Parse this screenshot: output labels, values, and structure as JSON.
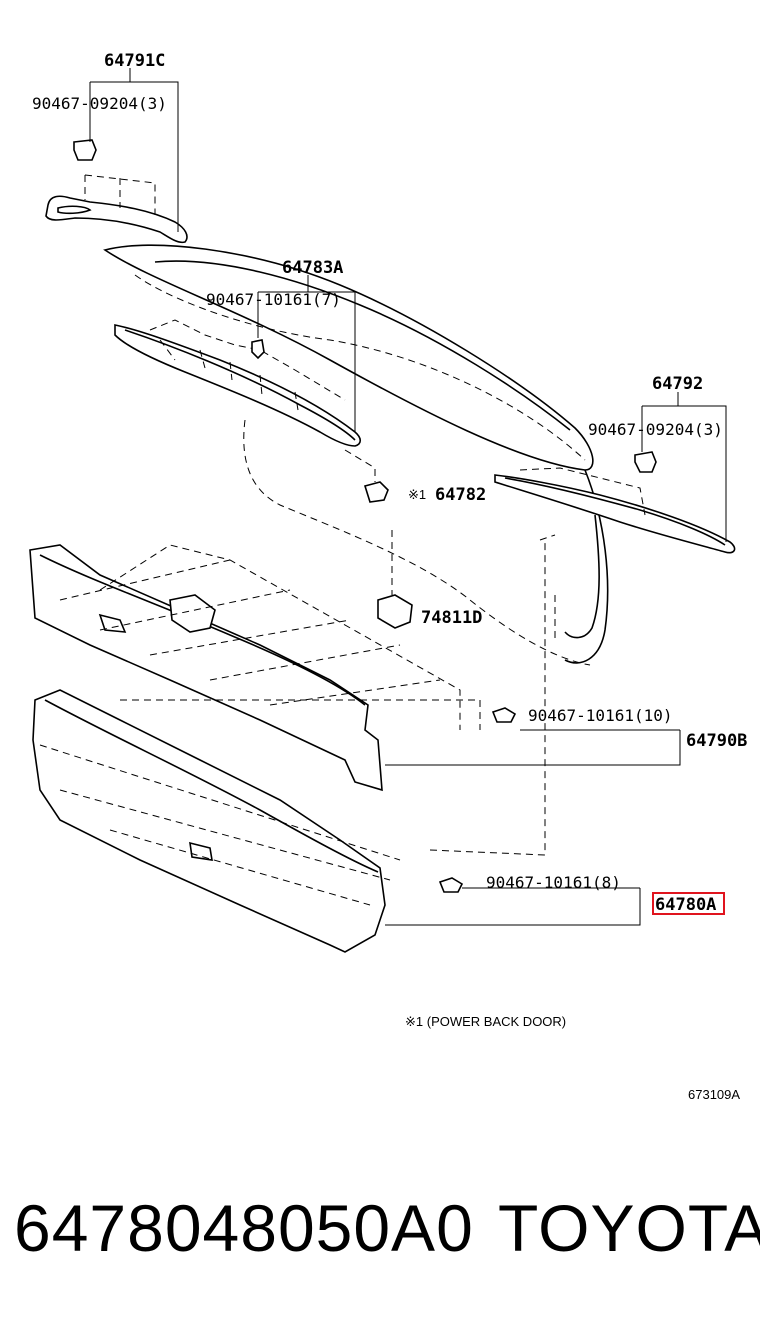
{
  "parts": {
    "p64791C": "64791C",
    "clip_upper_left": "90467-09204(3)",
    "p64783A": "64783A",
    "clip_upper_center": "90467-10161(7)",
    "p64792": "64792",
    "clip_upper_right": "90467-09204(3)",
    "note_mark_1": "※1",
    "p64782": "64782",
    "p74811D": "74811D",
    "clip_mid": "90467-10161(10)",
    "p64790B": "64790B",
    "clip_lower": "90467-10161(8)",
    "p64780A": "64780A"
  },
  "highlight": {
    "part": "64780A",
    "color": "#e0141e"
  },
  "notes": {
    "power_back_door": "※1 (POWER BACK DOOR)",
    "diagram_id": "673109A"
  },
  "footer": {
    "part_number": "6478048050A0",
    "brand": "TOYOTA"
  }
}
